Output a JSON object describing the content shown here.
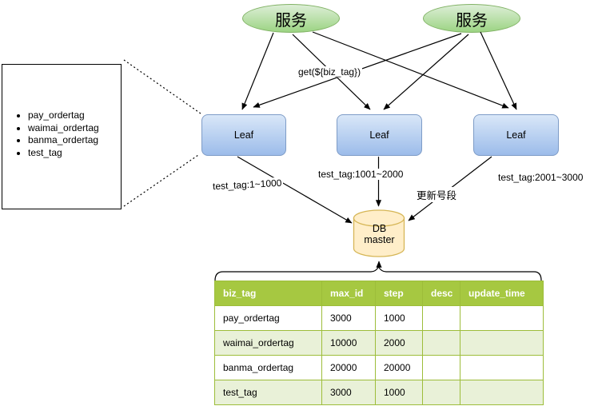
{
  "diagram": {
    "services": [
      {
        "label": "服务"
      },
      {
        "label": "服务"
      }
    ],
    "request_label": "get(${biz_tag})",
    "leaves": [
      {
        "label": "Leaf"
      },
      {
        "label": "Leaf"
      },
      {
        "label": "Leaf"
      }
    ],
    "tag_list": [
      "pay_ordertag",
      "waimai_ordertag",
      "banma_ordertag",
      "test_tag"
    ],
    "segments": {
      "leaf1": "test_tag:1~1000",
      "leaf2": "test_tag:1001~2000",
      "leaf3": "test_tag:2001~3000",
      "update": "更新号段"
    },
    "db_label": "DB\nmaster",
    "colors": {
      "service_fill": "#d5e8d4",
      "service_border": "#82b366",
      "leaf_fill_top": "#d9e7f8",
      "leaf_fill_bottom": "#9cbcea",
      "leaf_border": "#7e9cc7",
      "db_fill": "#ffeec9",
      "db_border": "#d6b656",
      "table_header_bg": "#a6c841",
      "table_grid": "#9dbd3a",
      "table_row_alt": "#e9f1d8"
    }
  },
  "table": {
    "headers": [
      "biz_tag",
      "max_id",
      "step",
      "desc",
      "update_time"
    ],
    "rows": [
      [
        "pay_ordertag",
        "3000",
        "1000",
        "",
        ""
      ],
      [
        "waimai_ordertag",
        "10000",
        "2000",
        "",
        ""
      ],
      [
        "banma_ordertag",
        "20000",
        "20000",
        "",
        ""
      ],
      [
        "test_tag",
        "3000",
        "1000",
        "",
        ""
      ]
    ]
  }
}
